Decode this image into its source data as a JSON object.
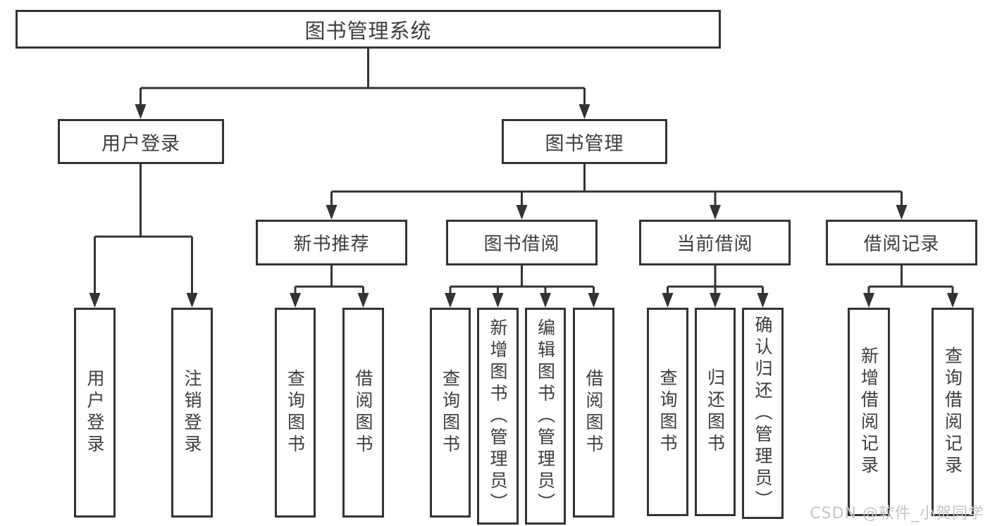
{
  "title": "图书管理系统",
  "nodes": {
    "user_login": "用户登录",
    "book_management": "图书管理",
    "new_book_recommend": "新书推荐",
    "book_borrowing": "图书借阅",
    "current_borrowing": "当前借阅",
    "borrowing_records": "借阅记录"
  },
  "leaves": {
    "user_login": "用户登录",
    "logout_login": "注销登录",
    "query_books_recommend": "查询图书",
    "borrow_books_recommend": "借阅图书",
    "query_books_borrowing": "查询图书",
    "add_books_admin": "新增图书（管理员）",
    "edit_books_admin": "编辑图书（管理员）",
    "borrow_books_borrowing": "借阅图书",
    "query_books_current": "查询图书",
    "return_books": "归还图书",
    "confirm_return_admin": "确认归还（管理员）",
    "add_borrow_record": "新增借阅记录",
    "query_borrow_record": "查询借阅记录"
  },
  "watermark": "CSDN @软件_小贺同学",
  "colors": {
    "line": "#333333",
    "box_border": "#333333",
    "box_fill": "#ffffff",
    "text": "#3d3d3d",
    "watermark": "#c5c5c5"
  }
}
